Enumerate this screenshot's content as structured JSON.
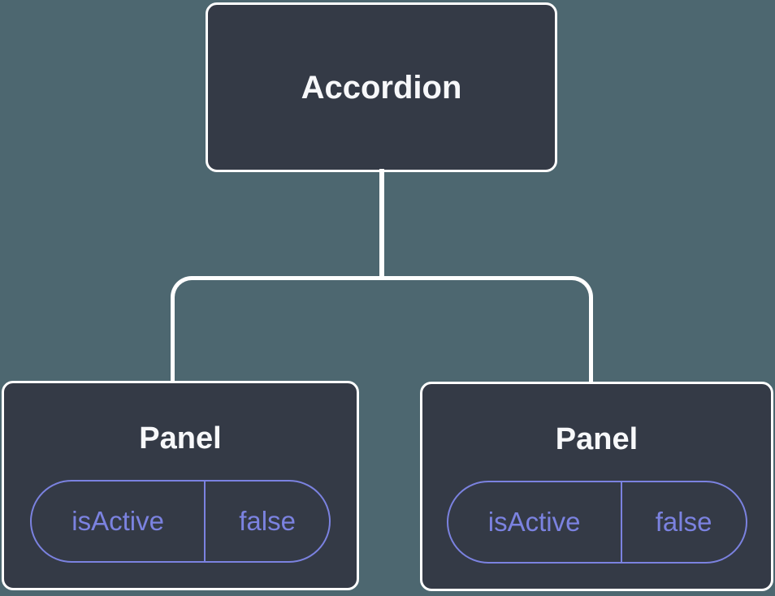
{
  "colors": {
    "background": "#4d6770",
    "node_fill": "#343a46",
    "node_border": "#ffffff",
    "node_text": "#f7f8fa",
    "connector": "#ffffff",
    "state_accent": "#7b82e0"
  },
  "tree": {
    "root": {
      "label": "Accordion"
    },
    "children": [
      {
        "label": "Panel",
        "state": {
          "key": "isActive",
          "value": "false"
        }
      },
      {
        "label": "Panel",
        "state": {
          "key": "isActive",
          "value": "false"
        }
      }
    ]
  }
}
